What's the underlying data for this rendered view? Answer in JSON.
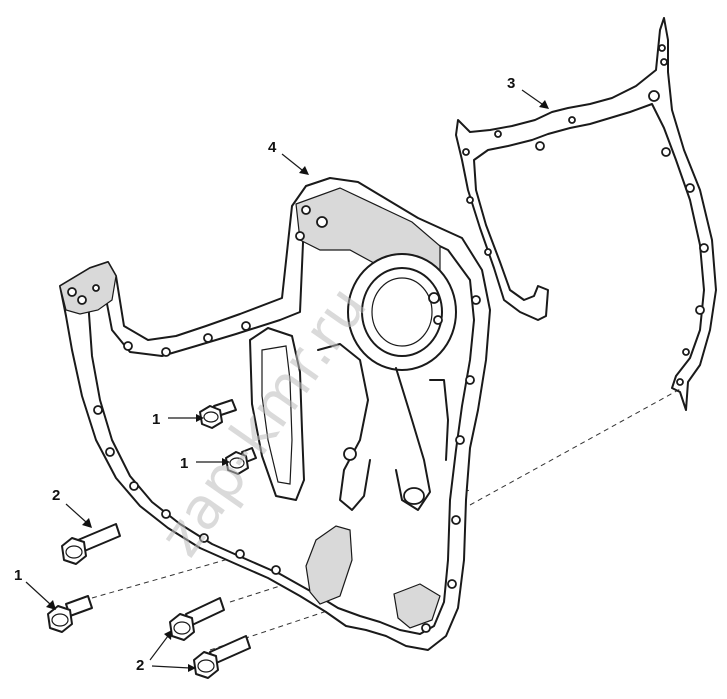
{
  "diagram": {
    "callouts": [
      {
        "id": "label-1-upper",
        "text": "1"
      },
      {
        "id": "label-1-middle",
        "text": "1"
      },
      {
        "id": "label-1-lower",
        "text": "1"
      },
      {
        "id": "label-2-upper",
        "text": "2"
      },
      {
        "id": "label-2-lower",
        "text": "2"
      },
      {
        "id": "label-3",
        "text": "3"
      },
      {
        "id": "label-4",
        "text": "4"
      }
    ],
    "watermark": "zap-kmr.ru",
    "colors": {
      "line": "#1a1a1a",
      "background": "#ffffff",
      "watermark": "#bdbdbd"
    }
  }
}
